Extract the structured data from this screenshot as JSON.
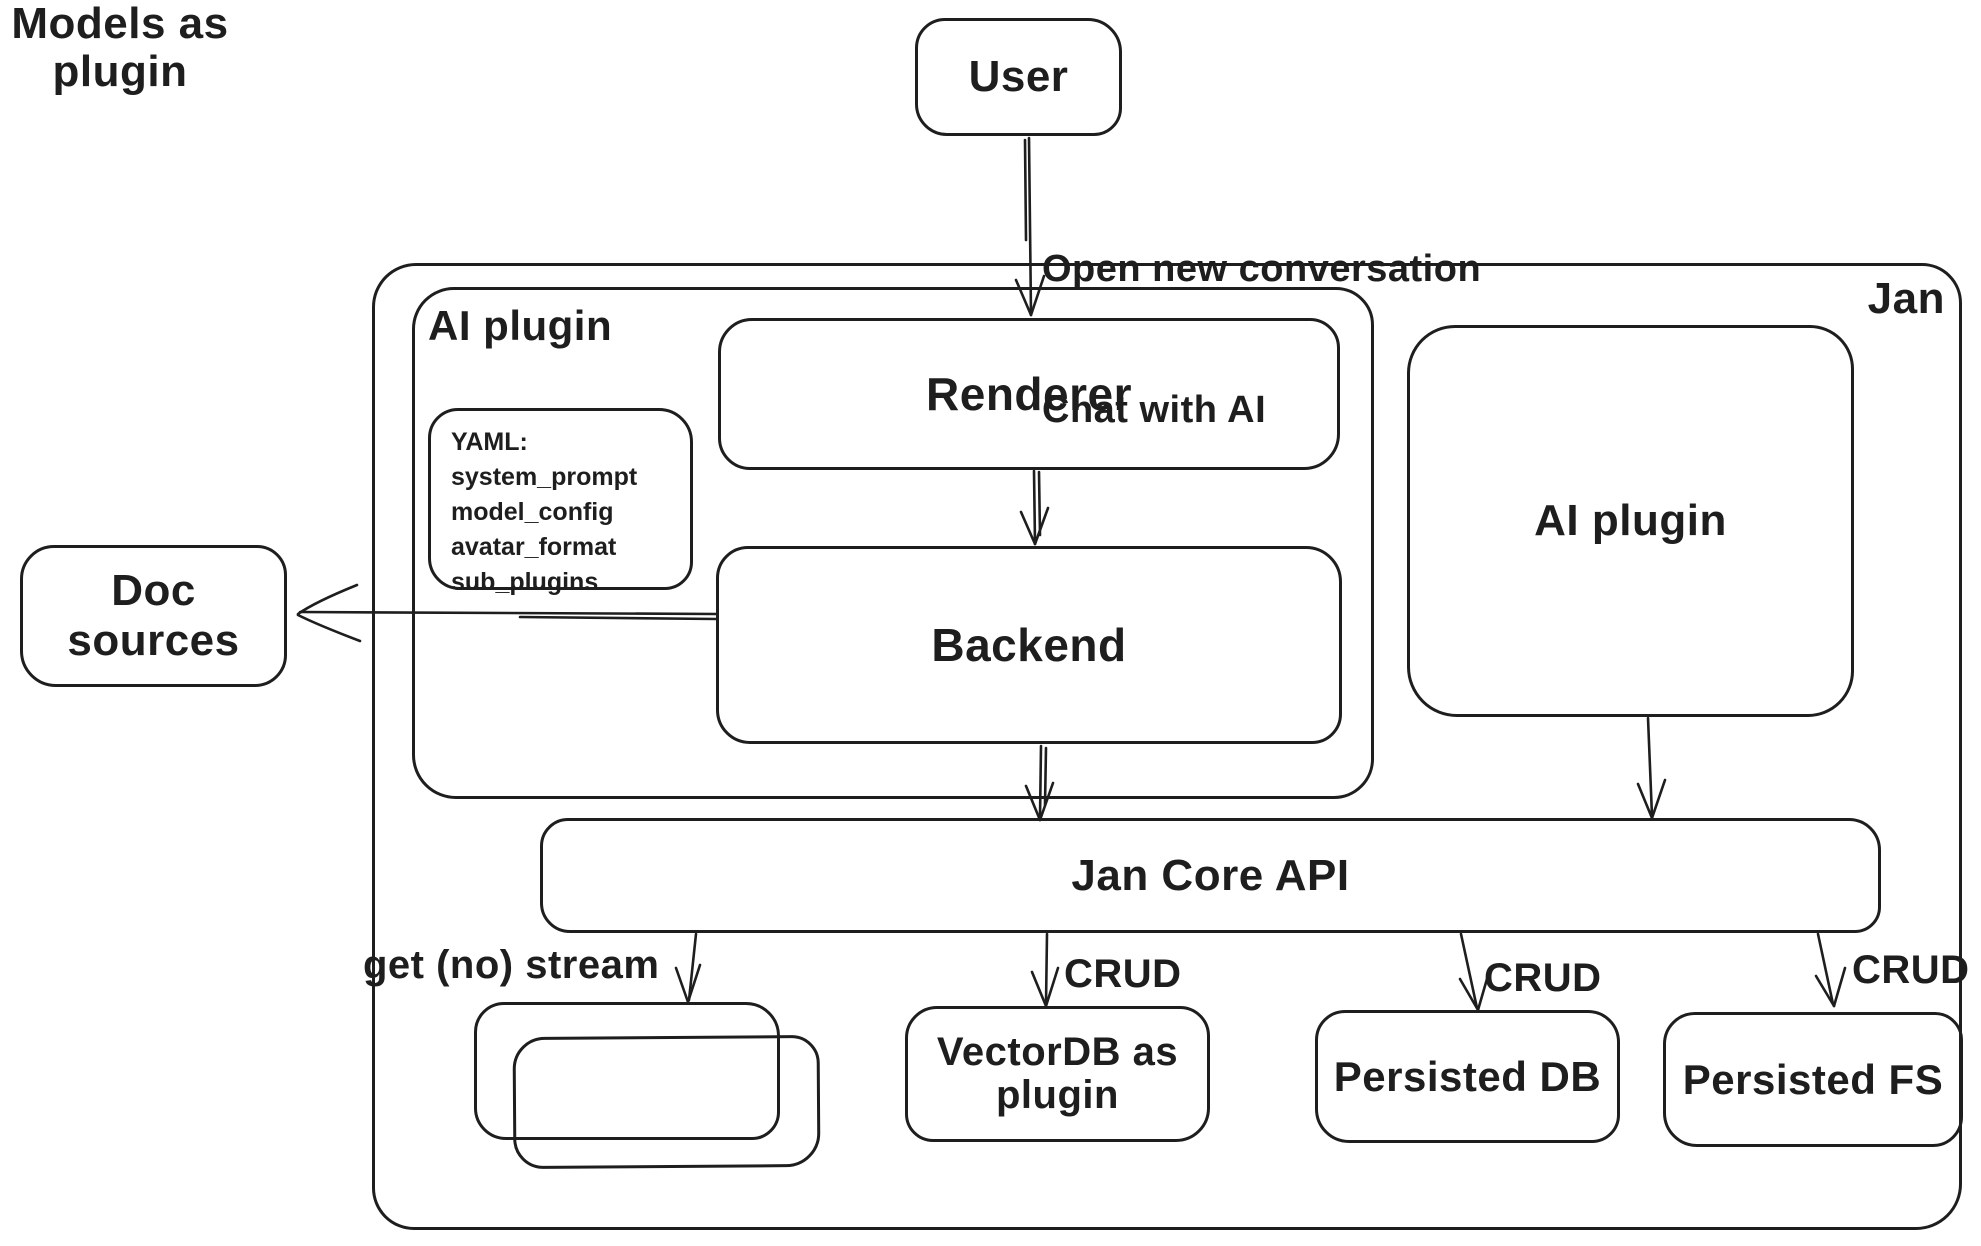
{
  "diagram": {
    "colors": {
      "stroke": "#1e1e1e",
      "background": "#ffffff"
    },
    "user": {
      "label": "User"
    },
    "flow_label": {
      "lines": [
        "Open new conversation",
        "Chat with AI"
      ]
    },
    "jan": {
      "label": "Jan"
    },
    "ai_plugin_left": {
      "label": "AI plugin"
    },
    "yaml_note": {
      "title": "YAML:",
      "items": [
        "system_prompt",
        "model_config",
        "avatar_format",
        "sub_plugins"
      ]
    },
    "renderer": {
      "label": "Renderer"
    },
    "backend": {
      "label": "Backend"
    },
    "doc_sources": {
      "label": "Doc sources"
    },
    "ai_plugin_right": {
      "label": "AI plugin"
    },
    "jan_core_api": {
      "label": "Jan Core API"
    },
    "models_plugin": {
      "lines": [
        "Models as",
        "plugin"
      ]
    },
    "vectordb_plugin": {
      "lines": [
        "VectorDB as",
        "plugin"
      ]
    },
    "persisted_db": {
      "label": "Persisted DB"
    },
    "persisted_fs": {
      "label": "Persisted FS"
    },
    "edge_labels": {
      "get_stream": "get (no) stream",
      "crud_vectordb": "CRUD",
      "crud_db": "CRUD",
      "crud_fs": "CRUD"
    }
  }
}
